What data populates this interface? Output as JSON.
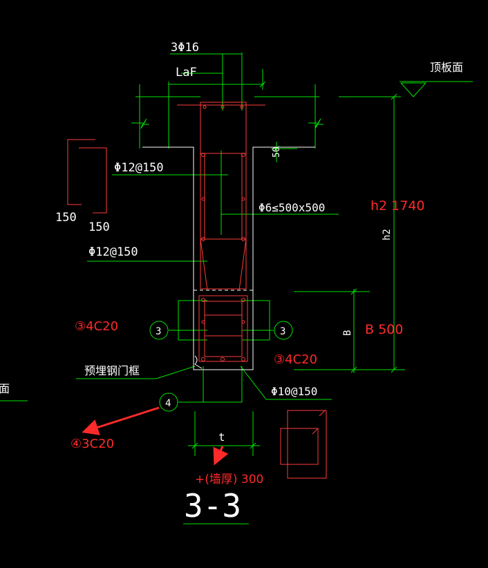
{
  "colors": {
    "background": "#000000",
    "dimension": "#00e600",
    "rebar": "#ff3b3b",
    "outline": "#ffffff",
    "annotation": "#ff2a2a"
  },
  "labels": {
    "top_rebar": "3Φ16",
    "anchorage": "LaF",
    "slab_top": "顶板面",
    "dim_50": "50",
    "wall_bar_upper": "Φ12@150",
    "wall_bar_lower": "Φ12@150",
    "bent_bar_150_a": "150",
    "bent_bar_150_b": "150",
    "tie": "Φ6≤500x500",
    "h2_label": "h2",
    "b_label": "B",
    "circle_3_left": "3",
    "circle_3_right": "3",
    "circle_4": "4",
    "embedded_frame": "预埋钢门框",
    "stirrup": "Φ10@150",
    "wall_thickness": "t",
    "section": "3-3",
    "left_edge": "面"
  },
  "annotations": {
    "h2_value": "h2  1740",
    "b_value": "B  500",
    "bar3_left": "③4C20",
    "bar3_right": "③4C20",
    "bar4": "④3C20",
    "wall_thickness": "+(墙厚)  300"
  }
}
